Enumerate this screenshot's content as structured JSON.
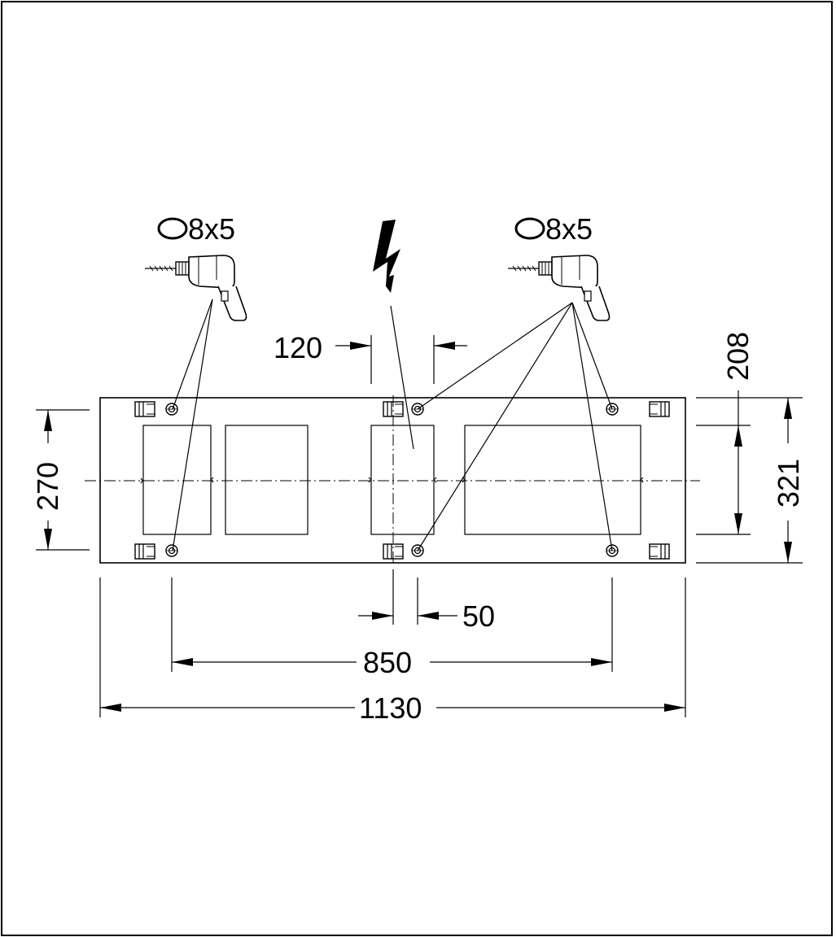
{
  "drill_labels": {
    "left": "8x5",
    "right": "8x5"
  },
  "dimensions": {
    "d120": "120",
    "d208": "208",
    "d270": "270",
    "d321": "321",
    "d50": "50",
    "d850": "850",
    "d1130": "1130"
  },
  "icons": {
    "drill": "drill-icon",
    "hole": "oval-hole-icon",
    "electrical": "lightning-bolt-icon",
    "mounting_screw": "screw-icon",
    "clip": "clip-icon"
  }
}
